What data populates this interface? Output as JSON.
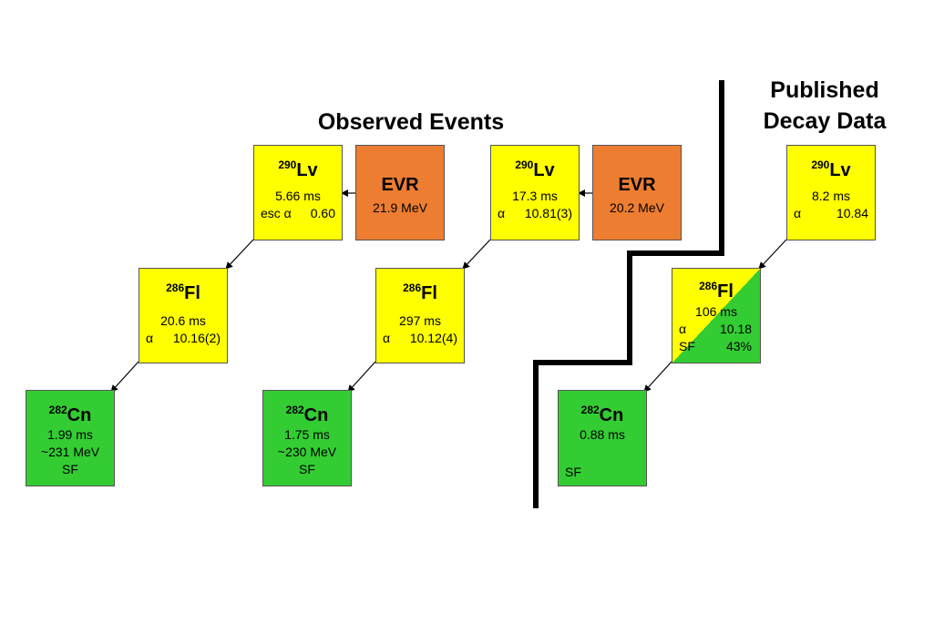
{
  "headings": {
    "observed": "Observed Events",
    "published_line1": "Published",
    "published_line2": "Decay Data"
  },
  "event1": {
    "evr": {
      "label": "EVR",
      "energy": "21.9 MeV",
      "color": "#ed7d31"
    },
    "lv": {
      "mass": "290",
      "symbol": "Lv",
      "lifetime": "5.66 ms",
      "decay_prefix": "esc α",
      "energy": "0.60"
    },
    "fl": {
      "mass": "286",
      "symbol": "Fl",
      "lifetime": "20.6 ms",
      "decay_prefix": "α",
      "energy": "10.16(2)"
    },
    "cn": {
      "mass": "282",
      "symbol": "Cn",
      "lifetime": "1.99 ms",
      "energy": "~231 MeV",
      "mode": "SF"
    }
  },
  "event2": {
    "evr": {
      "label": "EVR",
      "energy": "20.2 MeV",
      "color": "#ed7d31"
    },
    "lv": {
      "mass": "290",
      "symbol": "Lv",
      "lifetime": "17.3 ms",
      "decay_prefix": "α",
      "energy": "10.81(3)"
    },
    "fl": {
      "mass": "286",
      "symbol": "Fl",
      "lifetime": "297 ms",
      "decay_prefix": "α",
      "energy": "10.12(4)"
    },
    "cn": {
      "mass": "282",
      "symbol": "Cn",
      "lifetime": "1.75 ms",
      "energy": "~230 MeV",
      "mode": "SF"
    }
  },
  "published": {
    "lv": {
      "mass": "290",
      "symbol": "Lv",
      "lifetime": "8.2 ms",
      "decay_prefix": "α",
      "energy": "10.84"
    },
    "fl": {
      "mass": "286",
      "symbol": "Fl",
      "lifetime": "106 ms",
      "alpha_prefix": "α",
      "alpha_energy": "10.18",
      "sf_prefix": "SF",
      "sf_branch": "43%"
    },
    "cn": {
      "mass": "282",
      "symbol": "Cn",
      "lifetime": "0.88 ms",
      "mode": "SF"
    }
  },
  "colors": {
    "alpha_decay_box": "#ffff00",
    "sf_box": "#33cc33",
    "evr_box": "#ed7d31"
  }
}
